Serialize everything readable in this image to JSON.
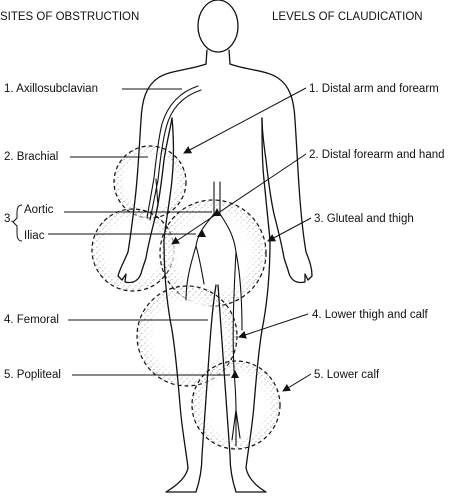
{
  "headings": {
    "left": "SITES OF OBSTRUCTION",
    "right": "LEVELS OF CLAUDICATION"
  },
  "obstruction_sites": [
    {
      "label": "1. Axillosubclavian"
    },
    {
      "label": "2. Brachial"
    },
    {
      "label": "3."
    },
    {
      "label": "Aortic"
    },
    {
      "label": "Iliac"
    },
    {
      "label": "4. Femoral"
    },
    {
      "label": "5. Popliteal"
    }
  ],
  "claudication_levels": [
    {
      "label": "1. Distal arm and forearm"
    },
    {
      "label": "2. Distal forearm and hand"
    },
    {
      "label": "3. Gluteal and thigh"
    },
    {
      "label": "4. Lower thigh and calf"
    },
    {
      "label": "5. Lower calf"
    }
  ]
}
